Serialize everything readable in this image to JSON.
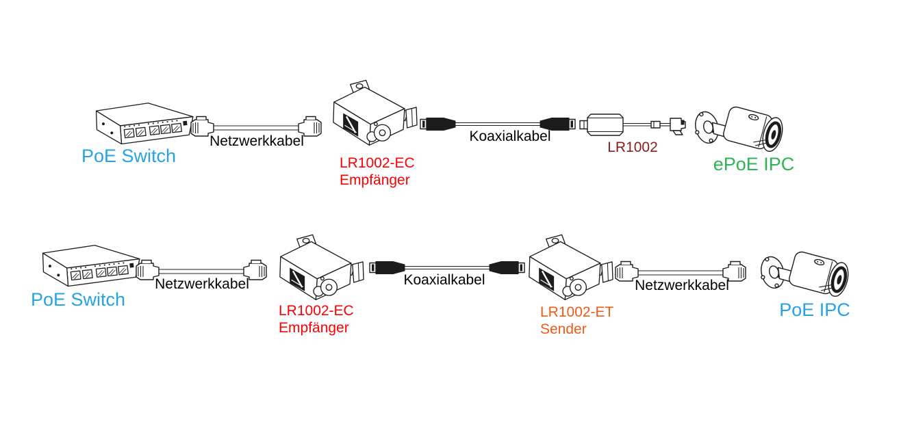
{
  "colors": {
    "poe_blue": "#25A3E3",
    "receiver_red": "#FE0000",
    "dongle_maroon": "#8E1A1A",
    "epoe_green": "#2EB457",
    "sender_orange": "#EE5A17",
    "cable_black": "#000000",
    "line_art": "#1C1C1C"
  },
  "row1": {
    "switch": "PoE Switch",
    "network_cable": "Netzwerkkabel",
    "receiver_name": "LR1002-EC",
    "receiver_role": "Empfänger",
    "coax_cable": "Koaxialkabel",
    "dongle": "LR1002",
    "camera": "ePoE IPC"
  },
  "row2": {
    "switch": "PoE Switch",
    "network_cable_1": "Netzwerkkabel",
    "receiver_name": "LR1002-EC",
    "receiver_role": "Empfänger",
    "coax_cable": "Koaxialkabel",
    "sender_name": "LR1002-ET",
    "sender_role": "Sender",
    "network_cable_2": "Netzwerkkabel",
    "camera": "PoE IPC"
  }
}
